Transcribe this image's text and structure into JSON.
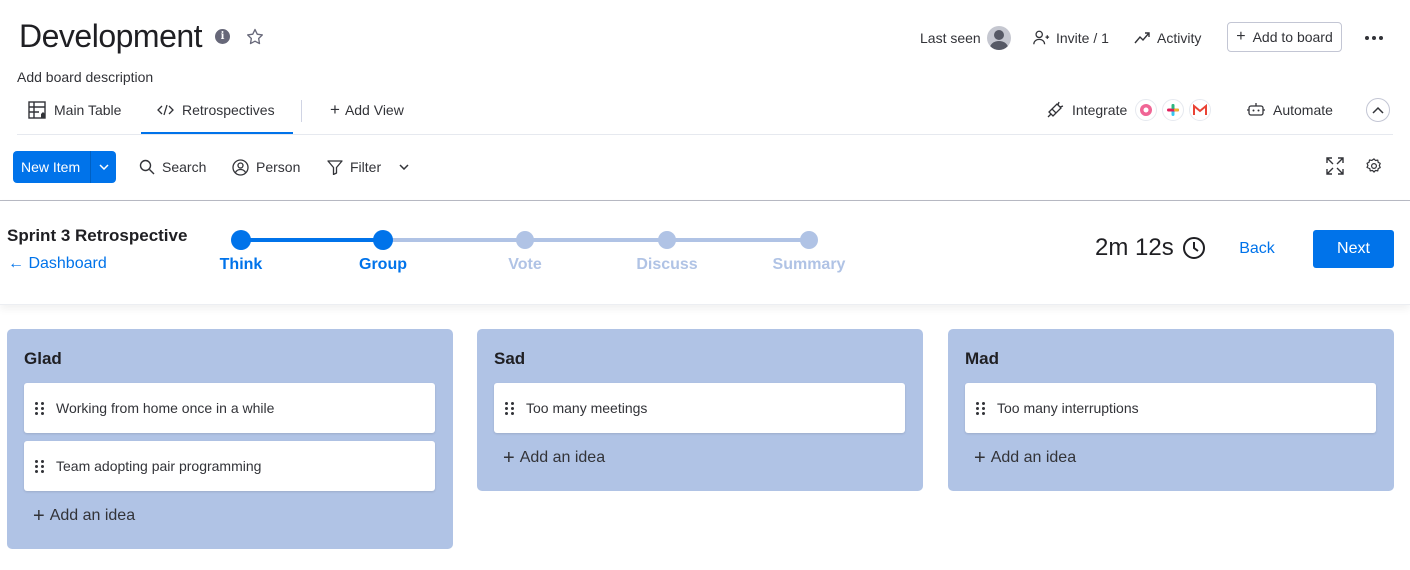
{
  "header": {
    "title": "Development",
    "description": "Add board description",
    "last_seen": "Last seen",
    "invite": "Invite / 1",
    "activity": "Activity",
    "add_to_board": "Add to board"
  },
  "tabs": {
    "main_table": "Main Table",
    "retrospectives": "Retrospectives",
    "add_view": "Add View",
    "integrate": "Integrate",
    "automate": "Automate"
  },
  "toolbar": {
    "new_item": "New Item",
    "search": "Search",
    "person": "Person",
    "filter": "Filter"
  },
  "retro": {
    "title": "Sprint 3 Retrospective",
    "back_link": "← Dashboard",
    "steps": [
      {
        "label": "Think",
        "active": true
      },
      {
        "label": "Group",
        "active": true
      },
      {
        "label": "Vote",
        "active": false
      },
      {
        "label": "Discuss",
        "active": false
      },
      {
        "label": "Summary",
        "active": false
      }
    ],
    "timer": "2m 12s",
    "back_button": "Back",
    "next_button": "Next"
  },
  "columns": [
    {
      "title": "Glad",
      "cards": [
        "Working from home once in a while",
        "Team adopting pair programming"
      ],
      "add_label": "Add an idea"
    },
    {
      "title": "Sad",
      "cards": [
        "Too many meetings"
      ],
      "add_label": "Add an idea"
    },
    {
      "title": "Mad",
      "cards": [
        "Too many interruptions"
      ],
      "add_label": "Add an idea"
    }
  ],
  "colors": {
    "accent": "#0073ea",
    "step_inactive": "#b0c3e5",
    "column_bg": "#b0c3e5"
  }
}
